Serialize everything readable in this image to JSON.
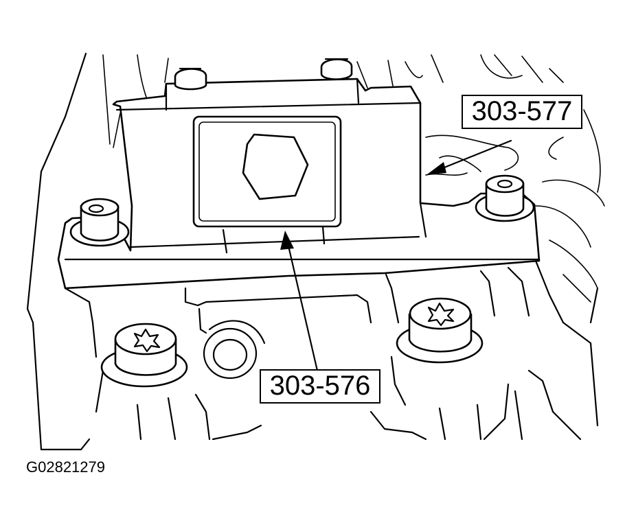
{
  "callouts": {
    "tool_a": "303-577",
    "tool_b": "303-576"
  },
  "figure_id": "G02821279",
  "colors": {
    "line": "#000000",
    "background": "#ffffff"
  }
}
